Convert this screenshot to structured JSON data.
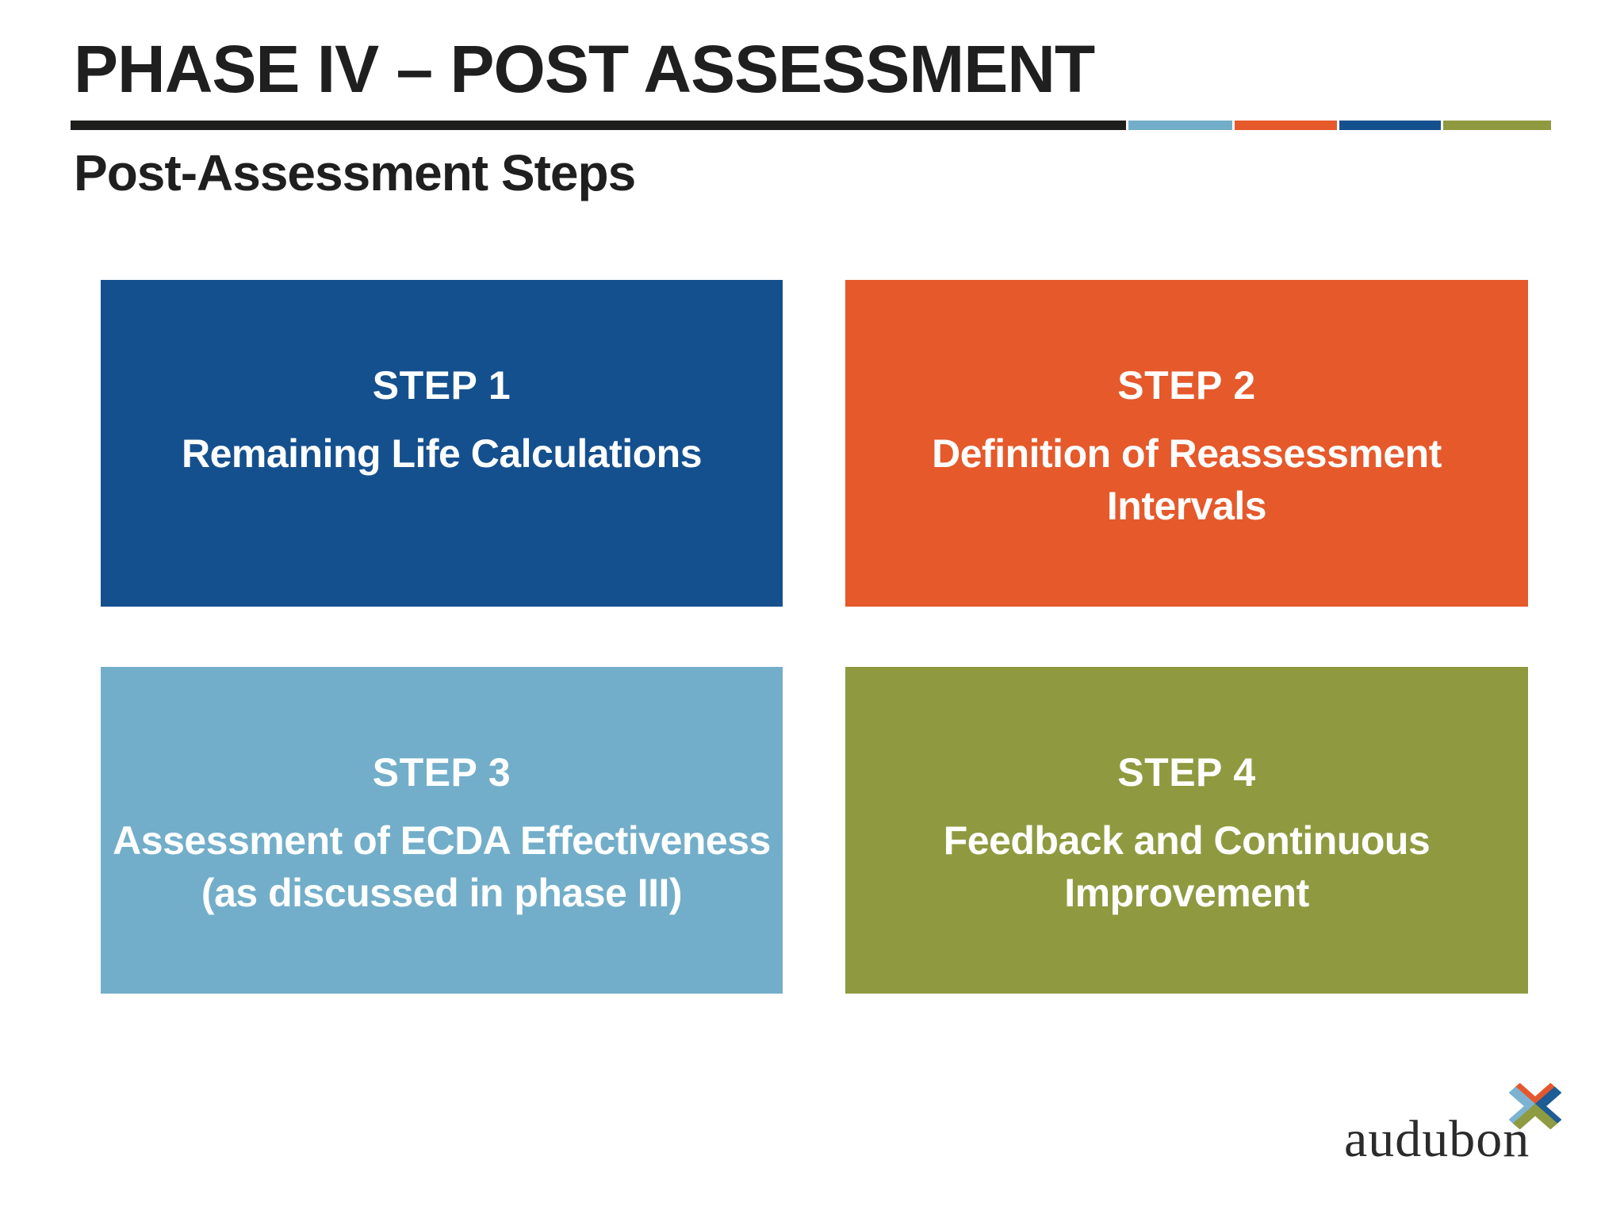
{
  "slide": {
    "title": "PHASE IV – POST ASSESSMENT",
    "subtitle": "Post-Assessment Steps",
    "background": "#ffffff",
    "heading_color": "#1f1f1f"
  },
  "divider": {
    "segments": [
      {
        "name": "black",
        "color": "#1e1e1c"
      },
      {
        "name": "light-blue",
        "color": "#72aec9"
      },
      {
        "name": "orange",
        "color": "#e5592b"
      },
      {
        "name": "dark-blue",
        "color": "#15508e"
      },
      {
        "name": "olive",
        "color": "#8f9a40"
      }
    ]
  },
  "steps": [
    {
      "label": "STEP 1",
      "lines": [
        "Remaining Life Calculations"
      ],
      "color": "#15508e"
    },
    {
      "label": "STEP 2",
      "lines": [
        "Definition of Reassessment",
        "Intervals"
      ],
      "color": "#e5592b"
    },
    {
      "label": "STEP 3",
      "lines": [
        "Assessment of ECDA Effectiveness",
        "(as discussed in phase III)"
      ],
      "color": "#72aec9"
    },
    {
      "label": "STEP 4",
      "lines": [
        "Feedback and Continuous",
        "Improvement"
      ],
      "color": "#8f9a40"
    }
  ],
  "logo": {
    "wordmark": "audubon",
    "icon": "x-chevrons-icon",
    "text_color": "#2b2b2b",
    "colors": {
      "orange": "#e4572e",
      "light_blue": "#7cb3d1",
      "dark_blue": "#1d5c94",
      "olive": "#8e9b40"
    }
  }
}
